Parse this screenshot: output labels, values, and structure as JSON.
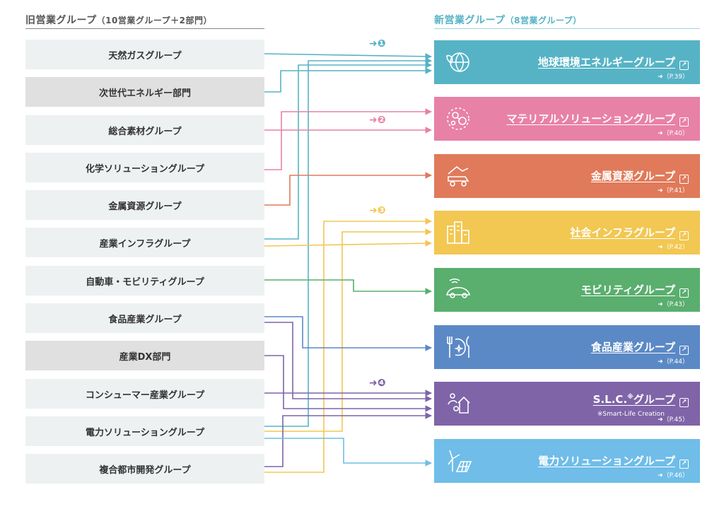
{
  "header": {
    "old_title": "旧営業グループ",
    "old_sub": "（10営業グループ＋2部門）",
    "new_title": "新営業グループ",
    "new_sub": "（8営業グループ）"
  },
  "old_groups": [
    "天然ガスグループ",
    "次世代エネルギー部門",
    "総合素材グループ",
    "化学ソリューショングループ",
    "金属資源グループ",
    "産業インフラグループ",
    "自動車・モビリティグループ",
    "食品産業グループ",
    "産業DX部門",
    "コンシューマー産業グループ",
    "電力ソリューショングループ",
    "複合都市開発グループ"
  ],
  "new_groups": [
    {
      "title": "地球環境エネルギーグループ",
      "page": "➜（P.39）",
      "color": "#56b3c5"
    },
    {
      "title": "マテリアルソリューショングループ",
      "page": "➜（P.40）",
      "color": "#e881a6"
    },
    {
      "title": "金属資源グループ",
      "page": "➜（P.41）",
      "color": "#e07a5a"
    },
    {
      "title": "社会インフラグループ",
      "page": "➜（P.42）",
      "color": "#f2c752"
    },
    {
      "title": "モビリティグループ",
      "page": "➜（P.43）",
      "color": "#5aae6e"
    },
    {
      "title": "食品産業グループ",
      "page": "➜（P.44）",
      "color": "#5b89c6"
    },
    {
      "title": "S.L.C.",
      "sup": "※",
      "title_suffix": "グループ",
      "note": "※Smart-Life Creation",
      "page": "➜（P.45）",
      "color": "#7f64a8"
    },
    {
      "title": "電力ソリューショングループ",
      "page": "➜（P.46）",
      "color": "#6fbde8"
    }
  ],
  "markers": [
    "➜❶",
    "➜❷",
    "➜❸",
    "➜❹"
  ]
}
